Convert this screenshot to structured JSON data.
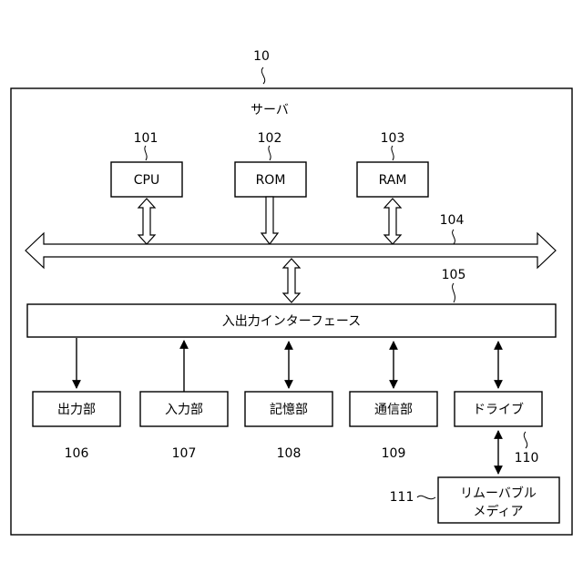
{
  "server": {
    "ref": "10",
    "title": "サーバ"
  },
  "components": {
    "cpu": {
      "ref": "101",
      "label": "CPU"
    },
    "rom": {
      "ref": "102",
      "label": "ROM"
    },
    "ram": {
      "ref": "103",
      "label": "RAM"
    },
    "bus": {
      "ref": "104"
    },
    "io_interface": {
      "ref": "105",
      "label": "入出力インターフェース"
    },
    "output_unit": {
      "ref": "106",
      "label": "出力部"
    },
    "input_unit": {
      "ref": "107",
      "label": "入力部"
    },
    "storage_unit": {
      "ref": "108",
      "label": "記憶部"
    },
    "comm_unit": {
      "ref": "109",
      "label": "通信部"
    },
    "drive": {
      "ref": "110",
      "label": "ドライブ"
    },
    "removable_media": {
      "ref": "111",
      "label_line1": "リムーバブル",
      "label_line2": "メディア"
    }
  }
}
